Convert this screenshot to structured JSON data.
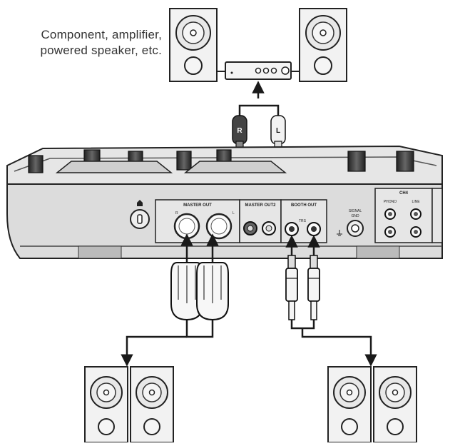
{
  "caption": {
    "line1": "Component, amplifier,",
    "line2": "powered speaker, etc."
  },
  "panel": {
    "master_out_1": "MASTER OUT",
    "master_out_2": "MASTER OUT2",
    "booth_out": "BOOTH OUT",
    "signal_gnd_1": "SIGNAL",
    "signal_gnd_2": "GND",
    "ch4": "CH4",
    "phono": "PHONO",
    "line": "LINE",
    "r": "R",
    "l": "L",
    "tr": "TRS"
  },
  "plugs": {
    "r": "R",
    "l": "L"
  },
  "colors": {
    "line": "#1a1a1a",
    "panel_fill": "#d9d9d9",
    "panel_dark": "#6b6b6b"
  }
}
